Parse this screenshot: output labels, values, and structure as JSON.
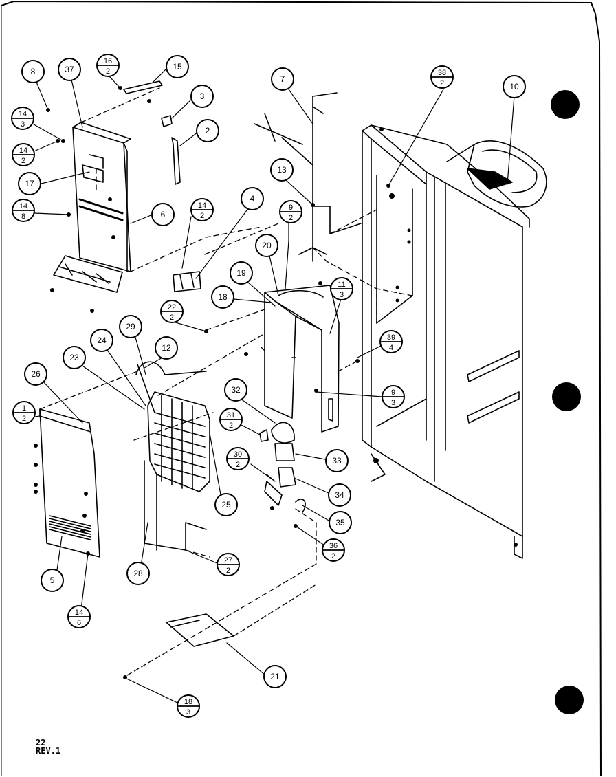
{
  "callouts": [
    {
      "id": "c-8",
      "top": "8",
      "bottom": ""
    },
    {
      "id": "c-37",
      "top": "37",
      "bottom": ""
    },
    {
      "id": "c-16-2",
      "top": "16",
      "bottom": "2"
    },
    {
      "id": "c-15",
      "top": "15",
      "bottom": ""
    },
    {
      "id": "c-3",
      "top": "3",
      "bottom": ""
    },
    {
      "id": "c-2",
      "top": "2",
      "bottom": ""
    },
    {
      "id": "c-14-3",
      "top": "14",
      "bottom": "3"
    },
    {
      "id": "c-14-2a",
      "top": "14",
      "bottom": "2"
    },
    {
      "id": "c-17",
      "top": "17",
      "bottom": ""
    },
    {
      "id": "c-14-8",
      "top": "14",
      "bottom": "8"
    },
    {
      "id": "c-6",
      "top": "6",
      "bottom": ""
    },
    {
      "id": "c-14-2b",
      "top": "14",
      "bottom": "2"
    },
    {
      "id": "c-4",
      "top": "4",
      "bottom": ""
    },
    {
      "id": "c-22-2",
      "top": "22",
      "bottom": "2"
    },
    {
      "id": "c-7",
      "top": "7",
      "bottom": ""
    },
    {
      "id": "c-13",
      "top": "13",
      "bottom": ""
    },
    {
      "id": "c-38-2",
      "top": "38",
      "bottom": "2"
    },
    {
      "id": "c-10",
      "top": "10",
      "bottom": ""
    },
    {
      "id": "c-9-2",
      "top": "9",
      "bottom": "2"
    },
    {
      "id": "c-20",
      "top": "20",
      "bottom": ""
    },
    {
      "id": "c-19",
      "top": "19",
      "bottom": ""
    },
    {
      "id": "c-18",
      "top": "18",
      "bottom": ""
    },
    {
      "id": "c-11-3",
      "top": "11",
      "bottom": "3"
    },
    {
      "id": "c-39-4",
      "top": "39",
      "bottom": "4"
    },
    {
      "id": "c-9-3",
      "top": "9",
      "bottom": "3"
    },
    {
      "id": "c-29",
      "top": "29",
      "bottom": ""
    },
    {
      "id": "c-24",
      "top": "24",
      "bottom": ""
    },
    {
      "id": "c-12",
      "top": "12",
      "bottom": ""
    },
    {
      "id": "c-23",
      "top": "23",
      "bottom": ""
    },
    {
      "id": "c-26",
      "top": "26",
      "bottom": ""
    },
    {
      "id": "c-1-2",
      "top": "1",
      "bottom": "2"
    },
    {
      "id": "c-32",
      "top": "32",
      "bottom": ""
    },
    {
      "id": "c-31-2",
      "top": "31",
      "bottom": "2"
    },
    {
      "id": "c-33",
      "top": "33",
      "bottom": ""
    },
    {
      "id": "c-30-2",
      "top": "30",
      "bottom": "2"
    },
    {
      "id": "c-34",
      "top": "34",
      "bottom": ""
    },
    {
      "id": "c-35",
      "top": "35",
      "bottom": ""
    },
    {
      "id": "c-36-2",
      "top": "36",
      "bottom": "2"
    },
    {
      "id": "c-25",
      "top": "25",
      "bottom": ""
    },
    {
      "id": "c-27-2",
      "top": "27",
      "bottom": "2"
    },
    {
      "id": "c-28",
      "top": "28",
      "bottom": ""
    },
    {
      "id": "c-5",
      "top": "5",
      "bottom": ""
    },
    {
      "id": "c-14-6",
      "top": "14",
      "bottom": "6"
    },
    {
      "id": "c-21",
      "top": "21",
      "bottom": ""
    },
    {
      "id": "c-18-3",
      "top": "18",
      "bottom": "3"
    }
  ],
  "footer": {
    "page": "22",
    "revision": "REV.1"
  }
}
